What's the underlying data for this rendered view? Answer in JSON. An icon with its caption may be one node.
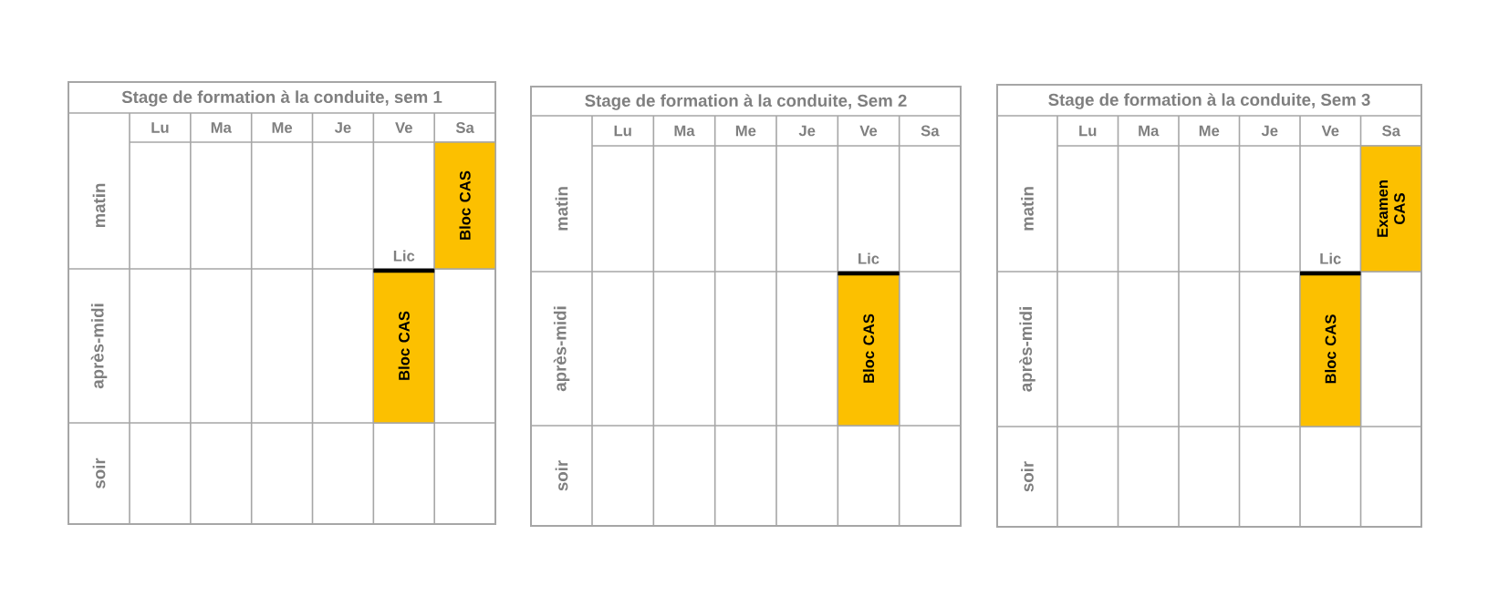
{
  "diagram": {
    "nodes": [
      {
        "text": [
          "Stage de formation à la conduite, sem 1"
        ]
      },
      {
        "text": [
          "Bloc CAS"
        ],
        "in": 0
      },
      {
        "text": [
          "Bloc CAS"
        ],
        "in": 0
      },
      {
        "text": [
          "Stage de formation à la conduite, Sem 2"
        ]
      },
      {
        "text": [
          "Bloc CAS"
        ],
        "in": 3
      },
      {
        "text": [
          "Stage de formation à la conduite, Sem 3"
        ]
      },
      {
        "text": [
          "Examen CAS"
        ],
        "in": 5
      },
      {
        "text": [
          "Bloc CAS"
        ],
        "in": 5
      }
    ],
    "labels": [
      "Lu",
      "Ma",
      "Me",
      "Je",
      "Ve",
      "Sa",
      "matin",
      "Lic",
      "après-midi",
      "soir",
      "Lu",
      "Ma",
      "Me",
      "Je",
      "Ve",
      "Sa",
      "matin",
      "Lic",
      "après-midi",
      "soir",
      "Lu",
      "Ma",
      "Me",
      "Je",
      "Ve",
      "Sa",
      "matin",
      "Lic",
      "après-midi",
      "soir"
    ]
  }
}
